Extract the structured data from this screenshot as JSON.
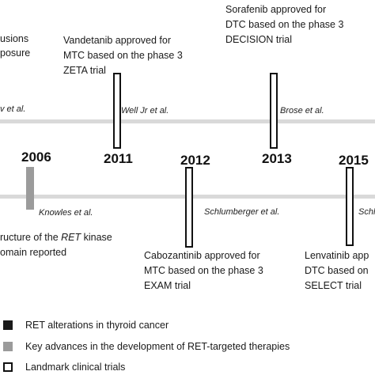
{
  "events_top": [
    {
      "lines": [
        "usions",
        "posure"
      ]
    },
    {
      "lines": [
        "Vandetanib approved for",
        "MTC based on the phase 3",
        "ZETA trial"
      ]
    },
    {
      "lines": [
        "Sorafenib approved for",
        "DTC based on the phase 3",
        "DECISION trial"
      ]
    }
  ],
  "events_bottom": [
    {
      "parts": [
        {
          "text": "ructure of the "
        },
        {
          "text": "RET",
          "italic": true
        },
        {
          "text": " kinase"
        }
      ],
      "line2": "omain reported"
    },
    {
      "lines": [
        "Cabozantinib approved for",
        "MTC based on the phase 3",
        "EXAM trial"
      ]
    },
    {
      "lines": [
        "Lenvatinib app",
        "DTC based on",
        "SELECT trial"
      ]
    }
  ],
  "citations": {
    "top_left": "v et al.",
    "well": "Well Jr et al.",
    "brose": "Brose et al.",
    "knowles": "Knowles et al.",
    "schlumberger": "Schlumberger et al.",
    "schl_edge": "Schl"
  },
  "years": {
    "y2006": "2006",
    "y2011": "2011",
    "y2012": "2012",
    "y2013": "2013",
    "y2015": "2015"
  },
  "legend": [
    {
      "label": "RET alterations in thyroid cancer",
      "swatch": "black"
    },
    {
      "label": "Key advances in the development of RET-targeted therapies",
      "swatch": "gray"
    },
    {
      "label": "Landmark clinical trials",
      "swatch": "open"
    }
  ],
  "colors": {
    "band": "#d9d9d9",
    "gray_bar": "#9b9b9b",
    "black": "#1a1a1a"
  }
}
